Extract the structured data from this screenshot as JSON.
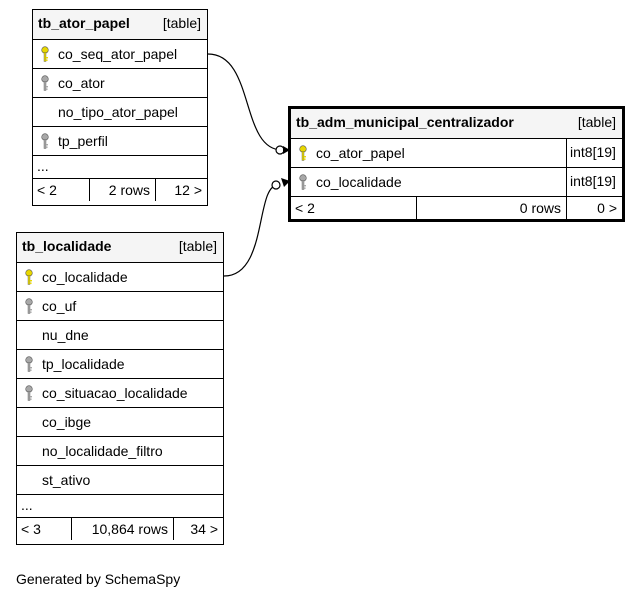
{
  "tables": {
    "ator_papel": {
      "name": "tb_ator_papel",
      "kind": "[table]",
      "columns": [
        {
          "name": "co_seq_ator_papel",
          "key": "primary"
        },
        {
          "name": "co_ator",
          "key": "foreign"
        },
        {
          "name": "no_tipo_ator_papel",
          "key": "none"
        },
        {
          "name": "tp_perfil",
          "key": "foreign"
        }
      ],
      "ellipsis": "...",
      "footer": {
        "parents": "< 2",
        "rows": "2 rows",
        "children": "12 >"
      }
    },
    "adm_municipal": {
      "name": "tb_adm_municipal_centralizador",
      "kind": "[table]",
      "columns": [
        {
          "name": "co_ator_papel",
          "key": "primary",
          "type": "int8[19]"
        },
        {
          "name": "co_localidade",
          "key": "foreign",
          "type": "int8[19]"
        }
      ],
      "footer": {
        "parents": "< 2",
        "rows": "0 rows",
        "children": "0 >"
      }
    },
    "localidade": {
      "name": "tb_localidade",
      "kind": "[table]",
      "columns": [
        {
          "name": "co_localidade",
          "key": "primary"
        },
        {
          "name": "co_uf",
          "key": "foreign"
        },
        {
          "name": "nu_dne",
          "key": "none"
        },
        {
          "name": "tp_localidade",
          "key": "foreign"
        },
        {
          "name": "co_situacao_localidade",
          "key": "foreign"
        },
        {
          "name": "co_ibge",
          "key": "none"
        },
        {
          "name": "no_localidade_filtro",
          "key": "none"
        },
        {
          "name": "st_ativo",
          "key": "none"
        }
      ],
      "ellipsis": "...",
      "footer": {
        "parents": "< 3",
        "rows": "10,864 rows",
        "children": "34 >"
      }
    }
  },
  "key_colors": {
    "primary": "#e8d700",
    "foreign": "#a8a8a8"
  },
  "credit": "Generated by SchemaSpy"
}
